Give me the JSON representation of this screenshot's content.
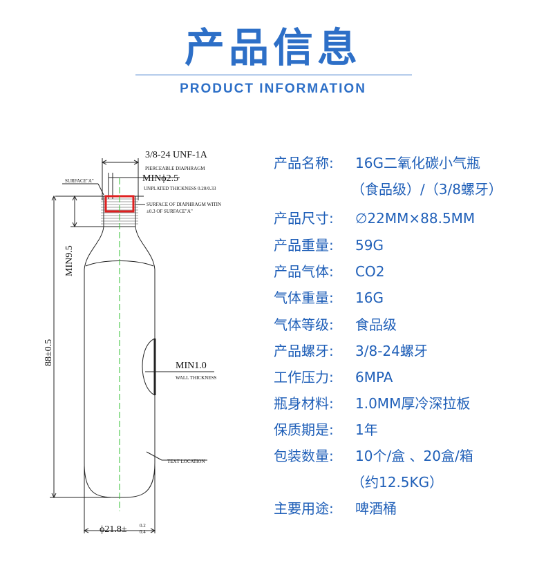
{
  "header": {
    "title": "产品信息",
    "subtitle": "PRODUCT INFORMATION"
  },
  "drawing": {
    "labels": {
      "thread": "3/8-24 UNF-1A",
      "piercable": "PIERCEABLE DIAPHRAGM",
      "min_diaphragm": "MINϕ2.5",
      "unplated": "UNPLATED THICKNESS 0.20/0.33",
      "surface_a": "SURFACE\"A\"",
      "surface_note_1": "SURFACE OF DIAPHRAGM WITIN",
      "surface_note_2": "±0.3 OF SURFACE\"A\"",
      "min_95": "MIN9.5",
      "length": "88±0.5",
      "wall_min": "MIN1.0",
      "wall_thickness": "WALL THICKNESS",
      "text_location": "TEXT LOCATION",
      "diameter": "ϕ21.8±",
      "tol_upper": "0.2",
      "tol_lower": "0.4"
    },
    "colors": {
      "line": "#222222",
      "centerline": "#2fbf2f",
      "neck": "#e02020"
    }
  },
  "specs": [
    {
      "label": "产品名称:",
      "value": "16G二氧化碳小气瓶",
      "cont": "（食品级）/（3/8螺牙）"
    },
    {
      "label": "产品尺寸:",
      "value": "∅22MM×88.5MM"
    },
    {
      "label": "产品重量:",
      "value": "59G"
    },
    {
      "label": "产品气体:",
      "value": "CO2"
    },
    {
      "label": "气体重量:",
      "value": "16G"
    },
    {
      "label": "气体等级:",
      "value": "食品级"
    },
    {
      "label": "产品螺牙:",
      "value": "3/8-24螺牙"
    },
    {
      "label": "工作压力:",
      "value": "6MPA"
    },
    {
      "label": "瓶身材料:",
      "value": "1.0MM厚冷深拉板"
    },
    {
      "label": "保质期是:",
      "value": "1年"
    },
    {
      "label": "包装数量:",
      "value": "10个/盒 、20盒/箱",
      "cont": "（约12.5KG）"
    },
    {
      "label": "主要用途:",
      "value": "啤酒桶"
    }
  ],
  "accent": "#2d6fc7"
}
